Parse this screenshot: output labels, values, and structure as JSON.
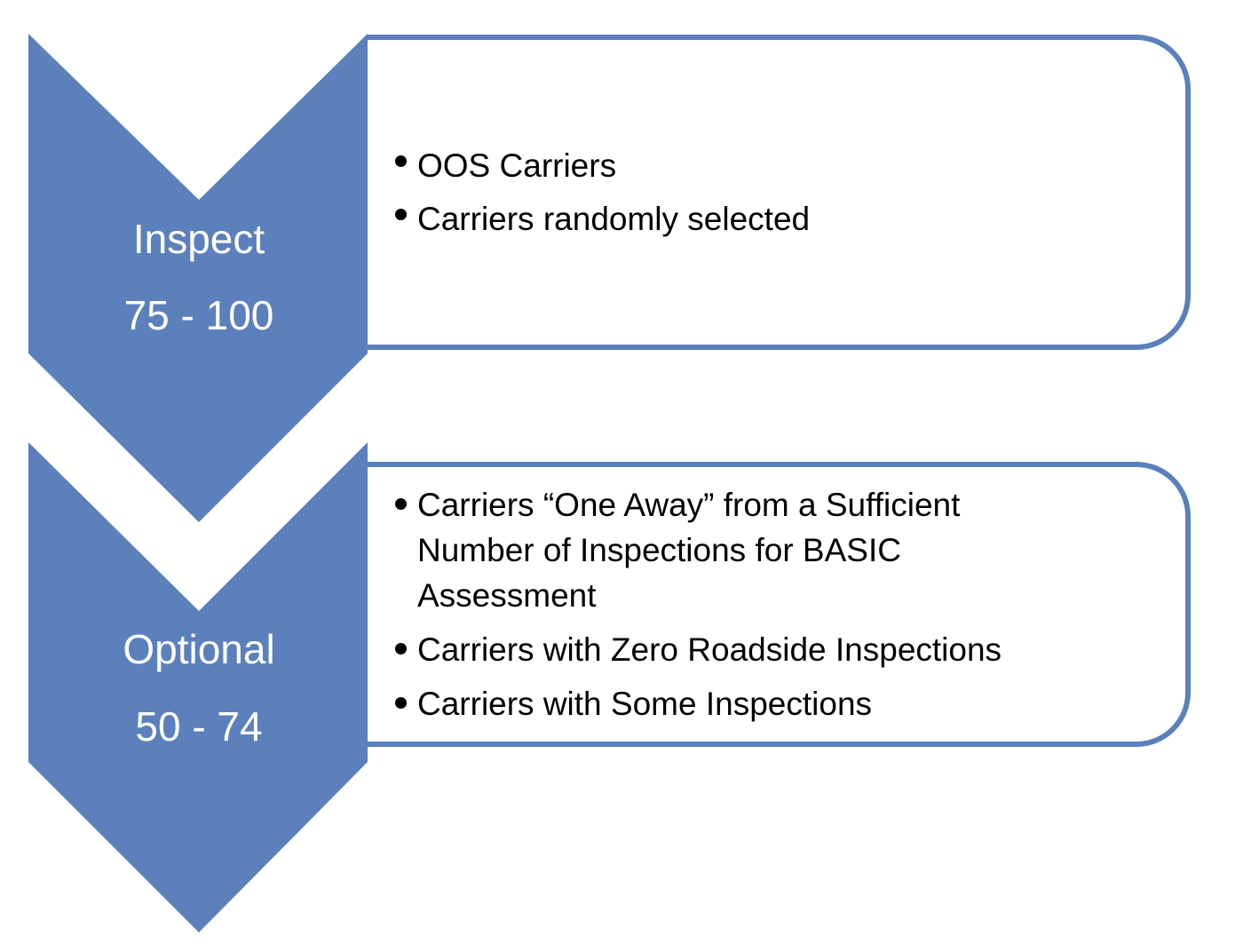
{
  "colors": {
    "accent": "#5b80bb",
    "text_on_accent": "#ffffff",
    "text": "#000000"
  },
  "stages": [
    {
      "title": "Inspect",
      "range": "75 - 100",
      "bullets": [
        "OOS  Carriers",
        "Carriers randomly selected"
      ]
    },
    {
      "title": "Optional",
      "range": "50 - 74",
      "bullets": [
        "Carriers “One Away” from a Sufficient Number of Inspections for BASIC Assessment",
        "Carriers with Zero Roadside Inspections",
        "Carriers with Some Inspections"
      ]
    }
  ]
}
